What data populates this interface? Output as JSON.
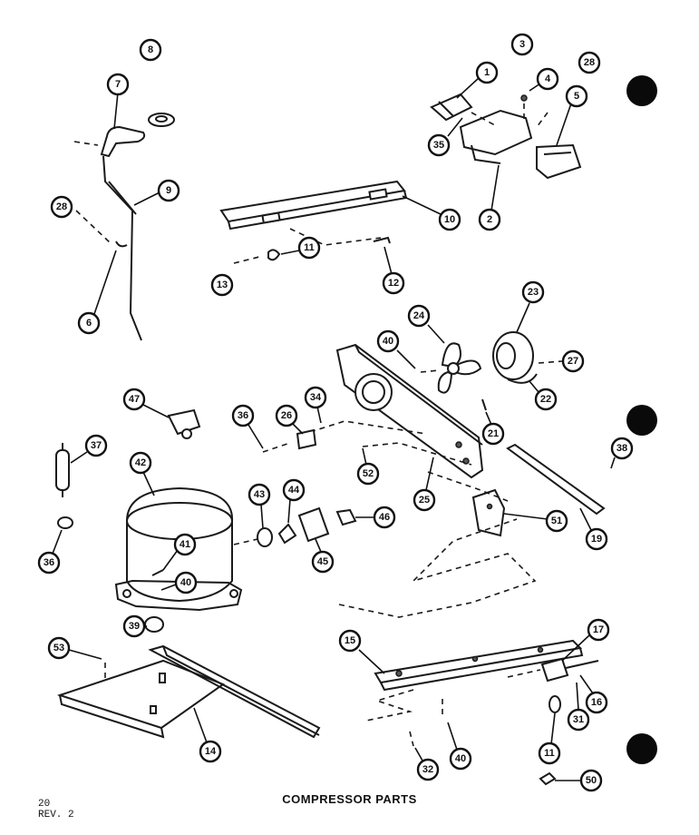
{
  "caption": "COMPRESSOR PARTS",
  "page_number": "20",
  "revision": "REV. 2",
  "callouts": [
    {
      "num": "8"
    },
    {
      "num": "7"
    },
    {
      "num": "9"
    },
    {
      "num": "28"
    },
    {
      "num": "6"
    },
    {
      "num": "3"
    },
    {
      "num": "4"
    },
    {
      "num": "28"
    },
    {
      "num": "1"
    },
    {
      "num": "5"
    },
    {
      "num": "35"
    },
    {
      "num": "2"
    },
    {
      "num": "10"
    },
    {
      "num": "11"
    },
    {
      "num": "13"
    },
    {
      "num": "12"
    },
    {
      "num": "23"
    },
    {
      "num": "24"
    },
    {
      "num": "40"
    },
    {
      "num": "27"
    },
    {
      "num": "22"
    },
    {
      "num": "21"
    },
    {
      "num": "47"
    },
    {
      "num": "36"
    },
    {
      "num": "26"
    },
    {
      "num": "34"
    },
    {
      "num": "37"
    },
    {
      "num": "42"
    },
    {
      "num": "52"
    },
    {
      "num": "25"
    },
    {
      "num": "38"
    },
    {
      "num": "19"
    },
    {
      "num": "43"
    },
    {
      "num": "44"
    },
    {
      "num": "46"
    },
    {
      "num": "45"
    },
    {
      "num": "51"
    },
    {
      "num": "36"
    },
    {
      "num": "41"
    },
    {
      "num": "40"
    },
    {
      "num": "39"
    },
    {
      "num": "53"
    },
    {
      "num": "14"
    },
    {
      "num": "15"
    },
    {
      "num": "17"
    },
    {
      "num": "16"
    },
    {
      "num": "31"
    },
    {
      "num": "11"
    },
    {
      "num": "32"
    },
    {
      "num": "40"
    },
    {
      "num": "50"
    }
  ]
}
